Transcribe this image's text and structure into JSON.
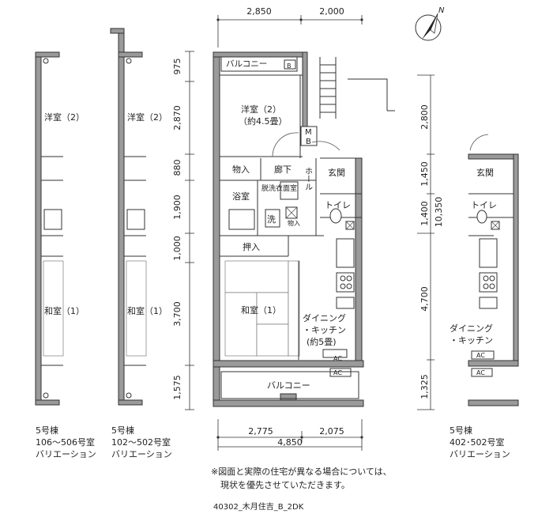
{
  "top_dims": [
    "2,850",
    "2,000"
  ],
  "left_dims": [
    "975",
    "2,870",
    "880",
    "1,900",
    "1,000",
    "3,700",
    "1,575"
  ],
  "bottom_dims": [
    "2,775",
    "2,075",
    "4,850"
  ],
  "right_dims": [
    "2,800",
    "1,450",
    "1,400",
    "4,700",
    "1,325"
  ],
  "right_total": "10,350",
  "rooms": {
    "balcony_top": "バルコニー",
    "b_mark": "B",
    "western_room": "洋室（2）",
    "western_size": "（約4.5畳）",
    "mb": "M\nB",
    "storage": "物入",
    "corridor": "廊下",
    "hall": "ホール",
    "entrance": "玄関",
    "bath": "浴室",
    "wash_room": "脱洗衣面室",
    "wash": "洗",
    "small_storage": "物入",
    "toilet": "トイレ",
    "closet": "押入",
    "japanese_room": "和室（1）",
    "dining": "ダイニング\n・キッチン\n(約5畳)",
    "ac": "AC",
    "balcony_bottom": "バルコニー"
  },
  "variations": {
    "left1_western": "洋室（2）",
    "left1_japanese": "和室（1）",
    "left2_western": "洋室（2）",
    "left2_japanese": "和室（1）",
    "right_entrance": "玄関",
    "right_toilet": "トイレ",
    "right_dining": "ダイニング\n・キッチン",
    "right_ac": "AC"
  },
  "captions": {
    "left1": [
      "5号棟",
      "106〜506号室",
      "バリエーション"
    ],
    "left2": [
      "5号棟",
      "102〜502号室",
      "バリエーション"
    ],
    "right": [
      "5号棟",
      "402･502号室",
      "バリエーション"
    ]
  },
  "north": "N",
  "note": [
    "※図面と実際の住宅が異なる場合については、",
    "現状を優先させていただきます。"
  ],
  "code": "40302_木月住吉_B_2DK"
}
